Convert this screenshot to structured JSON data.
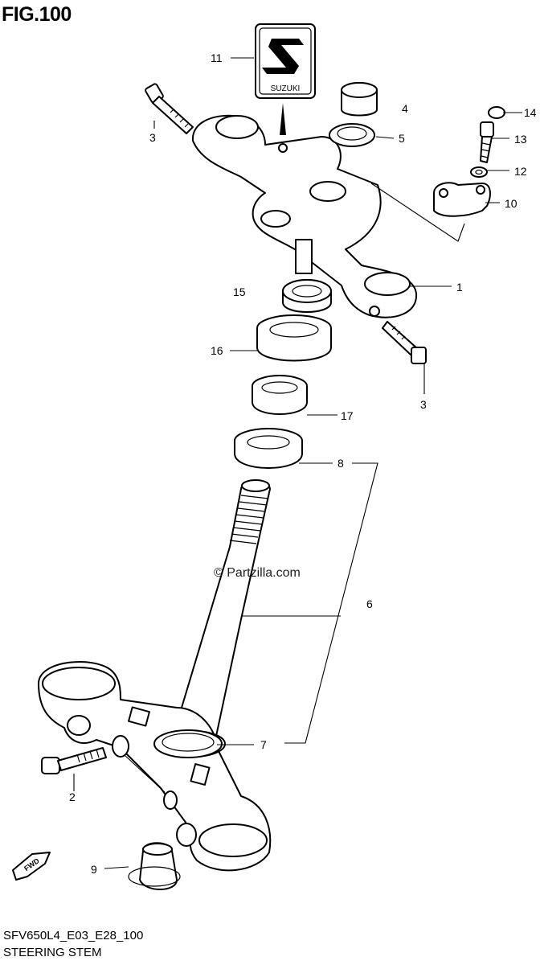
{
  "figure": {
    "title": "FIG.100"
  },
  "footer": {
    "code": "SFV650L4_E03_E28_100",
    "title": "STEERING STEM"
  },
  "watermark": {
    "text": "Partzilla.com"
  },
  "emblem": {
    "text": "SUZUKI"
  },
  "direction_badge": {
    "text": "FWD"
  },
  "callouts": [
    {
      "id": "1",
      "label": "1"
    },
    {
      "id": "2",
      "label": "2"
    },
    {
      "id": "3a",
      "label": "3"
    },
    {
      "id": "3b",
      "label": "3"
    },
    {
      "id": "4",
      "label": "4"
    },
    {
      "id": "5",
      "label": "5"
    },
    {
      "id": "6",
      "label": "6"
    },
    {
      "id": "7",
      "label": "7"
    },
    {
      "id": "8",
      "label": "8"
    },
    {
      "id": "9",
      "label": "9"
    },
    {
      "id": "10",
      "label": "10"
    },
    {
      "id": "11",
      "label": "11"
    },
    {
      "id": "12",
      "label": "12"
    },
    {
      "id": "13",
      "label": "13"
    },
    {
      "id": "14",
      "label": "14"
    },
    {
      "id": "15",
      "label": "15"
    },
    {
      "id": "16",
      "label": "16"
    },
    {
      "id": "17",
      "label": "17"
    }
  ]
}
